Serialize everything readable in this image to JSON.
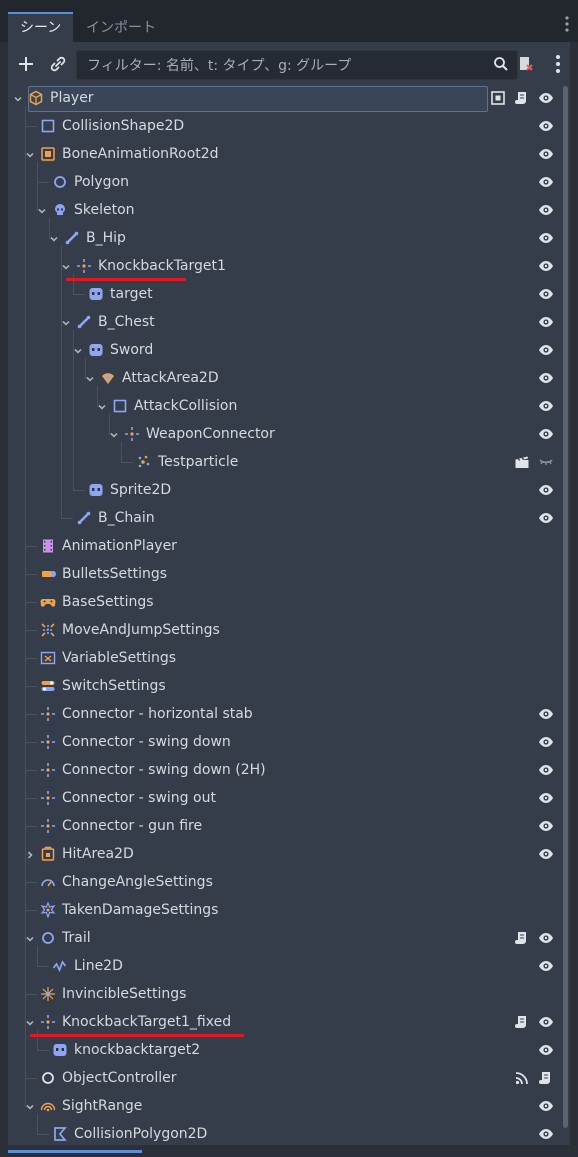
{
  "tabs": [
    {
      "label": "シーン",
      "active": true
    },
    {
      "label": "インポート",
      "active": false
    }
  ],
  "filter": {
    "placeholder": "フィルター: 名前、t: タイプ、g: グループ"
  },
  "colors": {
    "accent": "#5b8fd9",
    "red_underline": "#e01a24",
    "node2d": "#8da5f3",
    "control": "#8eef97",
    "spatial": "#fc9c9c"
  },
  "tree": [
    {
      "label": "Player",
      "depth": 0,
      "arrow": "down",
      "icon": "cube-icon",
      "selected": true,
      "actions": [
        "group-icon",
        "script-icon",
        "eye-icon"
      ]
    },
    {
      "label": "CollisionShape2D",
      "depth": 1,
      "arrow": "",
      "icon": "square-icon",
      "actions": [
        "eye-icon"
      ]
    },
    {
      "label": "BoneAnimationRoot2d",
      "depth": 1,
      "arrow": "down",
      "icon": "bone-root-icon",
      "actions": [
        "eye-icon"
      ]
    },
    {
      "label": "Polygon",
      "depth": 2,
      "arrow": "",
      "icon": "circle-icon",
      "actions": [
        "eye-icon"
      ]
    },
    {
      "label": "Skeleton",
      "depth": 2,
      "arrow": "down",
      "icon": "skull-icon",
      "actions": [
        "eye-icon"
      ]
    },
    {
      "label": "B_Hip",
      "depth": 3,
      "arrow": "down",
      "icon": "bone-icon",
      "actions": [
        "eye-icon"
      ]
    },
    {
      "label": "KnockbackTarget1",
      "depth": 4,
      "arrow": "down",
      "icon": "marker-icon",
      "actions": [
        "eye-icon"
      ],
      "underline": true
    },
    {
      "label": "target",
      "depth": 5,
      "arrow": "",
      "icon": "sprite-icon",
      "actions": [
        "eye-icon"
      ]
    },
    {
      "label": "B_Chest",
      "depth": 4,
      "arrow": "down",
      "icon": "bone-icon",
      "actions": [
        "eye-icon"
      ]
    },
    {
      "label": "Sword",
      "depth": 5,
      "arrow": "down",
      "icon": "sprite-icon",
      "actions": [
        "eye-icon"
      ]
    },
    {
      "label": "AttackArea2D",
      "depth": 6,
      "arrow": "down",
      "icon": "area-icon",
      "actions": [
        "eye-icon"
      ]
    },
    {
      "label": "AttackCollision",
      "depth": 7,
      "arrow": "down",
      "icon": "square-icon",
      "actions": [
        "eye-icon"
      ]
    },
    {
      "label": "WeaponConnector",
      "depth": 8,
      "arrow": "down",
      "icon": "marker-icon",
      "actions": [
        "eye-icon"
      ]
    },
    {
      "label": "Testparticle",
      "depth": 9,
      "arrow": "",
      "icon": "particles-icon",
      "actions": [
        "clapper-icon",
        "eye-closed-icon"
      ]
    },
    {
      "label": "Sprite2D",
      "depth": 5,
      "arrow": "",
      "icon": "sprite-icon",
      "actions": [
        "eye-icon"
      ]
    },
    {
      "label": "B_Chain",
      "depth": 4,
      "arrow": "",
      "icon": "bone-icon",
      "actions": [
        "eye-icon"
      ]
    },
    {
      "label": "AnimationPlayer",
      "depth": 1,
      "arrow": "",
      "icon": "film-icon",
      "actions": []
    },
    {
      "label": "BulletsSettings",
      "depth": 1,
      "arrow": "",
      "icon": "bullet-icon",
      "actions": []
    },
    {
      "label": "BaseSettings",
      "depth": 1,
      "arrow": "",
      "icon": "gamepad-icon",
      "actions": []
    },
    {
      "label": "MoveAndJumpSettings",
      "depth": 1,
      "arrow": "",
      "icon": "move-icon",
      "actions": []
    },
    {
      "label": "VariableSettings",
      "depth": 1,
      "arrow": "",
      "icon": "variable-icon",
      "actions": []
    },
    {
      "label": "SwitchSettings",
      "depth": 1,
      "arrow": "",
      "icon": "switch-icon",
      "actions": []
    },
    {
      "label": "Connector - horizontal stab",
      "depth": 1,
      "arrow": "",
      "icon": "marker-icon",
      "actions": [
        "eye-icon"
      ]
    },
    {
      "label": "Connector - swing down",
      "depth": 1,
      "arrow": "",
      "icon": "marker-icon",
      "actions": [
        "eye-icon"
      ]
    },
    {
      "label": "Connector - swing down (2H)",
      "depth": 1,
      "arrow": "",
      "icon": "marker-icon",
      "actions": [
        "eye-icon"
      ]
    },
    {
      "label": "Connector - swing out",
      "depth": 1,
      "arrow": "",
      "icon": "marker-icon",
      "actions": [
        "eye-icon"
      ]
    },
    {
      "label": "Connector - gun fire",
      "depth": 1,
      "arrow": "",
      "icon": "marker-icon",
      "actions": [
        "eye-icon"
      ]
    },
    {
      "label": "HitArea2D",
      "depth": 1,
      "arrow": "right",
      "icon": "hitarea-icon",
      "actions": [
        "eye-icon"
      ]
    },
    {
      "label": "ChangeAngleSettings",
      "depth": 1,
      "arrow": "",
      "icon": "gauge-icon",
      "actions": []
    },
    {
      "label": "TakenDamageSettings",
      "depth": 1,
      "arrow": "",
      "icon": "burst-icon",
      "actions": []
    },
    {
      "label": "Trail",
      "depth": 1,
      "arrow": "down",
      "icon": "circle-icon",
      "actions": [
        "script-icon",
        "eye-icon"
      ]
    },
    {
      "label": "Line2D",
      "depth": 2,
      "arrow": "",
      "icon": "line-icon",
      "actions": [
        "eye-icon"
      ]
    },
    {
      "label": "InvincibleSettings",
      "depth": 1,
      "arrow": "",
      "icon": "sparkle-icon",
      "actions": []
    },
    {
      "label": "KnockbackTarget1_fixed",
      "depth": 1,
      "arrow": "down",
      "icon": "marker-icon",
      "actions": [
        "script-icon",
        "eye-icon"
      ],
      "underline": true
    },
    {
      "label": "knockbacktarget2",
      "depth": 2,
      "arrow": "",
      "icon": "sprite-icon",
      "actions": [
        "eye-icon"
      ]
    },
    {
      "label": "ObjectController",
      "depth": 1,
      "arrow": "",
      "icon": "object-icon",
      "actions": [
        "signal-icon",
        "script-icon"
      ]
    },
    {
      "label": "SightRange",
      "depth": 1,
      "arrow": "down",
      "icon": "sight-icon",
      "actions": [
        "eye-icon"
      ]
    },
    {
      "label": "CollisionPolygon2D",
      "depth": 2,
      "arrow": "",
      "icon": "polygon-icon",
      "actions": [
        "eye-icon"
      ]
    }
  ]
}
